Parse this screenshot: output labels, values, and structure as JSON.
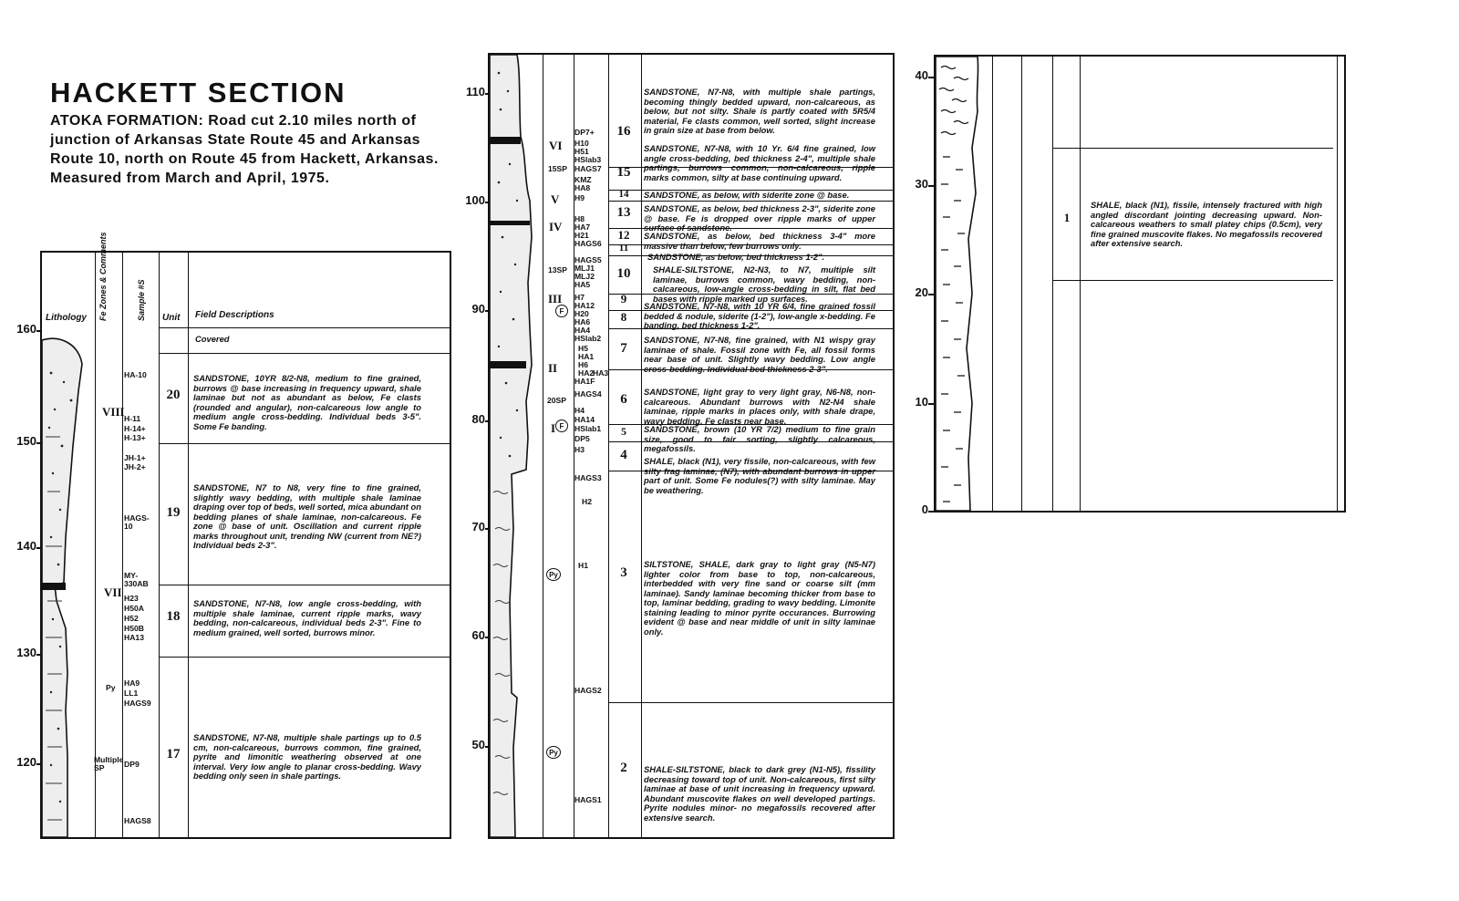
{
  "title": "HACKETT   SECTION",
  "subtitle": "ATOKA FORMATION: Road cut 2.10 miles north of junction of Arkansas State Route 45 and Arkansas Route 10, north on Route 45 from Hackett, Arkansas. Measured from March and April, 1975.",
  "headers": {
    "lithology": "Lithology",
    "fe_zones": "Fe Zones & Comments",
    "sample": "Sample #S",
    "unit": "Unit",
    "field": "Field Descriptions"
  },
  "col1": {
    "axis": [
      "160",
      "150",
      "140",
      "130",
      "120"
    ],
    "covered": "Covered",
    "units": [
      {
        "num": "20",
        "desc": "SANDSTONE, 10YR 8/2-N8, medium to fine grained, burrows @ base increasing in frequency upward, shale laminae but not as abundant as below, Fe clasts (rounded and angular), non-calcareous low angle to medium angle cross-bedding. Individual beds 3-5\". Some Fe banding."
      },
      {
        "num": "19",
        "desc": "SANDSTONE, N7 to N8, very fine to fine grained, slightly wavy bedding, with multiple shale laminae draping over top of beds, well sorted, mica abundant on bedding planes of shale laminae, non-calcareous. Fe zone @ base of unit. Oscillation and current ripple marks throughout unit, trending NW (current from NE?) Individual beds 2-3\"."
      },
      {
        "num": "18",
        "desc": "SANDSTONE, N7-N8, low angle cross-bedding, with multiple shale laminae, current ripple marks, wavy bedding, non-calcareous, individual beds 2-3\". Fine to medium grained, well sorted, burrows minor."
      },
      {
        "num": "17",
        "desc": "SANDSTONE, N7-N8, multiple shale partings up to 0.5 cm, non-calcareous, burrows common, fine grained, pyrite and limonitic weathering observed at one interval. Very low angle to planar cross-bedding. Wavy bedding only seen in shale partings."
      }
    ],
    "samples": [
      "HA-10",
      "H-11",
      "H-14+",
      "H-13+",
      "JH-1+",
      "JH-2+",
      "HAGS-10",
      "MY-330AB",
      "H23",
      "H50A",
      "H52",
      "H50B",
      "HA13",
      "HA9",
      "LL1",
      "HAGS9",
      "DP9",
      "HAGS8"
    ],
    "fe": [
      "VIII",
      "VII"
    ],
    "notes": [
      "Py",
      "Multiple SP"
    ]
  },
  "col2": {
    "axis": [
      "110",
      "100",
      "90",
      "80",
      "70",
      "60",
      "50"
    ],
    "units": [
      {
        "num": "16",
        "desc": "SANDSTONE, N7-N8, with multiple shale partings, becoming thingly bedded upward, non-calcareous, as below, but not silty. Shale is partly coated with 5R5/4 material, Fe clasts common, well sorted, slight increase in grain size at base from below."
      },
      {
        "num": "15",
        "desc": "SANDSTONE, N7-N8, with 10 Yr. 6/4 fine grained, low angle cross-bedding, bed thickness 2-4\", multiple shale partings, burrows common, non-calcareous, ripple marks common, silty at base continuing upward."
      },
      {
        "num": "14",
        "desc": "SANDSTONE, as below, with siderite zone @ base."
      },
      {
        "num": "13",
        "desc": "SANDSTONE, as below, bed thickness 2-3\", siderite zone @ base. Fe is dropped over ripple marks of upper surface of sandstone."
      },
      {
        "num": "12",
        "desc": "SANDSTONE, as below, bed thickness 3-4\" more massive than below, few burrows only."
      },
      {
        "num": "11",
        "desc": "SANDSTONE, as below, bed thickness 1-2\"."
      },
      {
        "num": "10",
        "desc": "SHALE-SILTSTONE, N2-N3, to N7, multiple silt laminae, burrows common, wavy bedding, non-calcareous, low-angle cross-bedding in silt, flat bed bases with ripple marked up surfaces."
      },
      {
        "num": "9",
        "desc": "SANDSTONE, N7-N8, with 10 YR 6/4, fine grained fossil bedded & nodule, siderite (1-2\"), low-angle x-bedding. Fe banding, bed thickness 1-2\"."
      },
      {
        "num": "8",
        "desc": ""
      },
      {
        "num": "7",
        "desc": "SANDSTONE, N7-N8, fine grained, with N1 wispy gray laminae of shale. Fossil zone with Fe, all fossil forms near base of unit. Slightly wavy bedding. Low angle cross-bedding. Individual bed thickness 2-3\"."
      },
      {
        "num": "6",
        "desc": "SANDSTONE, light gray to very light gray, N6-N8, non-calcareous. Abundant burrows with N2-N4 shale laminae, ripple marks in places only, with shale drape, wavy bedding. Fe clasts near base."
      },
      {
        "num": "5",
        "desc": "SANDSTONE, brown (10 YR 7/2) medium to fine grain size, good to fair sorting, slightly calcareous, megafossils."
      },
      {
        "num": "4",
        "desc": "SHALE, black (N1), very fissile, non-calcareous, with few silty frag laminae, (N7), with abundant burrows in upper part of unit. Some Fe nodules(?) with silty laminae. May be weathering."
      },
      {
        "num": "3",
        "desc": "SILTSTONE, SHALE, dark gray to light gray (N5-N7) lighter color from base to top, non-calcareous, interbedded with very fine sand or coarse silt (mm laminae). Sandy laminae becoming thicker from base to top, laminar bedding, grading to wavy bedding. Limonite staining leading to minor pyrite occurances. Burrowing evident @ base and near middle of unit in silty laminae only."
      },
      {
        "num": "2",
        "desc": "SHALE-SILTSTONE, black to dark grey (N1-N5), fissility decreasing toward top of unit. Non-calcareous, first silty laminae at base of unit increasing in frequency upward. Abundant muscovite flakes on well developed partings. Pyrite nodules minor- no megafossils recovered after extensive search."
      }
    ],
    "samples": [
      "DP7+",
      "H10",
      "H51",
      "HSlab3",
      "HAGS7",
      "KMZ",
      "HA8",
      "H9",
      "H8",
      "HA7",
      "H21",
      "HAGS6",
      "HAGS5",
      "MLJ1",
      "MLJ2",
      "HA5",
      "H7",
      "HA12",
      "H20",
      "HA6",
      "HA4",
      "HSlab2",
      "H5",
      "HA1",
      "H6",
      "HA2",
      "HA3",
      "HA1F",
      "HAGS4",
      "H4",
      "HA14",
      "HSlab1",
      "DP5",
      "H3",
      "HAGS3",
      "H2",
      "H1",
      "HAGS2",
      "HAGS1"
    ],
    "sp_marks": [
      "15SP",
      "13SP",
      "20SP"
    ],
    "fe": [
      "VI",
      "V",
      "IV",
      "III",
      "II",
      "I"
    ],
    "circle_marks": [
      "F",
      "Py"
    ]
  },
  "col3": {
    "axis": [
      "40",
      "30",
      "20",
      "10",
      "0"
    ],
    "unit": {
      "num": "1",
      "desc": "SHALE, black (N1), fissile, intensely fractured with high angled discordant jointing decreasing upward. Non-calcareous weathers to small platey chips (0.5cm), very fine grained muscovite flakes. No megafossils recovered after extensive search."
    }
  }
}
